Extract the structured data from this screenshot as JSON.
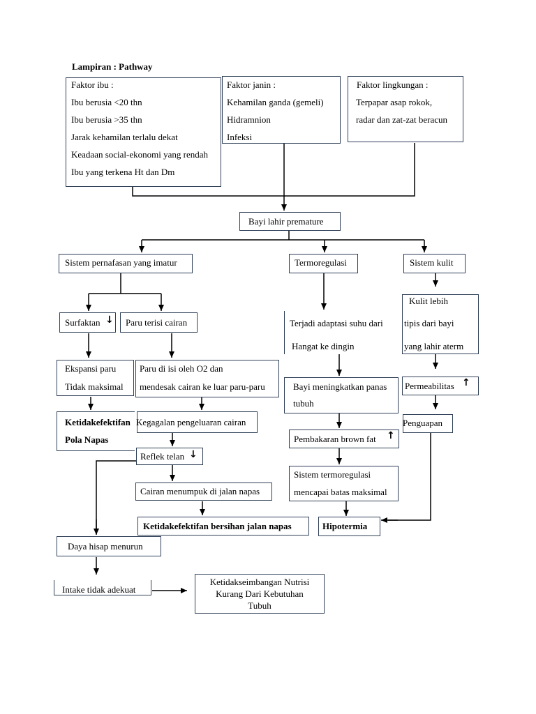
{
  "title": "Lampiran : Pathway",
  "faktor_ibu": {
    "heading": "Faktor ibu :",
    "items": [
      "Ibu berusia <20 thn",
      "Ibu berusia >35 thn",
      "Jarak kehamilan terlalu dekat",
      "Keadaan social-ekonomi yang rendah",
      "Ibu yang terkena Ht dan Dm"
    ]
  },
  "faktor_janin": {
    "heading": "Faktor janin :",
    "items": [
      "Kehamilan ganda (gemeli)",
      "Hidramnion",
      "Infeksi"
    ]
  },
  "faktor_lingkungan": {
    "heading": "Faktor lingkungan :",
    "lines": [
      "Terpapar asap rokok,",
      "radar dan zat-zat beracun"
    ]
  },
  "bayi_lahir": "Bayi lahir premature",
  "sistem_pernafasan": "Sistem pernafasan yang imatur",
  "termoregulasi": "Termoregulasi",
  "sistem_kulit": "Sistem kulit",
  "surfaktan": "Surfaktan",
  "paru_cairan": "Paru terisi cairan",
  "adaptasi": [
    "Terjadi adaptasi suhu dari",
    "Hangat ke dingin"
  ],
  "kulit_lebih": [
    "Kulit lebih",
    "tipis dari bayi",
    "yang lahir aterm"
  ],
  "ekspansi": [
    "Ekspansi paru",
    "Tidak maksimal"
  ],
  "paru_o2": [
    "Paru di isi oleh O2 dan",
    "mendesak cairan ke luar paru-paru"
  ],
  "bayi_panas": [
    "Bayi meningkatkan panas",
    "tubuh"
  ],
  "permeabilitas": "Permeabilitas",
  "ketidakefektifan_pola": [
    "Ketidakefektifan",
    "Pola Napas"
  ],
  "kegagalan": "Kegagalan pengeluaran cairan",
  "pembakaran": "Pembakaran brown fat",
  "penguapan": "Penguapan",
  "reflek": "Reflek telan",
  "sistem_termo": [
    "Sistem termoregulasi",
    "mencapai batas maksimal"
  ],
  "cairan": "Cairan menumpuk di jalan napas",
  "ketidakefektifan_bersihan": "Ketidakefektifan bersihan jalan napas",
  "hipotermia": "Hipotermia",
  "daya_hisap": "Daya hisap menurun",
  "intake": "Intake tidak adekuat",
  "nutrisi": [
    "Ketidakseimbangan Nutrisi",
    "Kurang Dari Kebutuhan",
    "Tubuh"
  ],
  "indicators": {
    "down": "↓",
    "up": "↑"
  },
  "colors": {
    "box_border": "#2f3f57",
    "line": "#000000"
  }
}
